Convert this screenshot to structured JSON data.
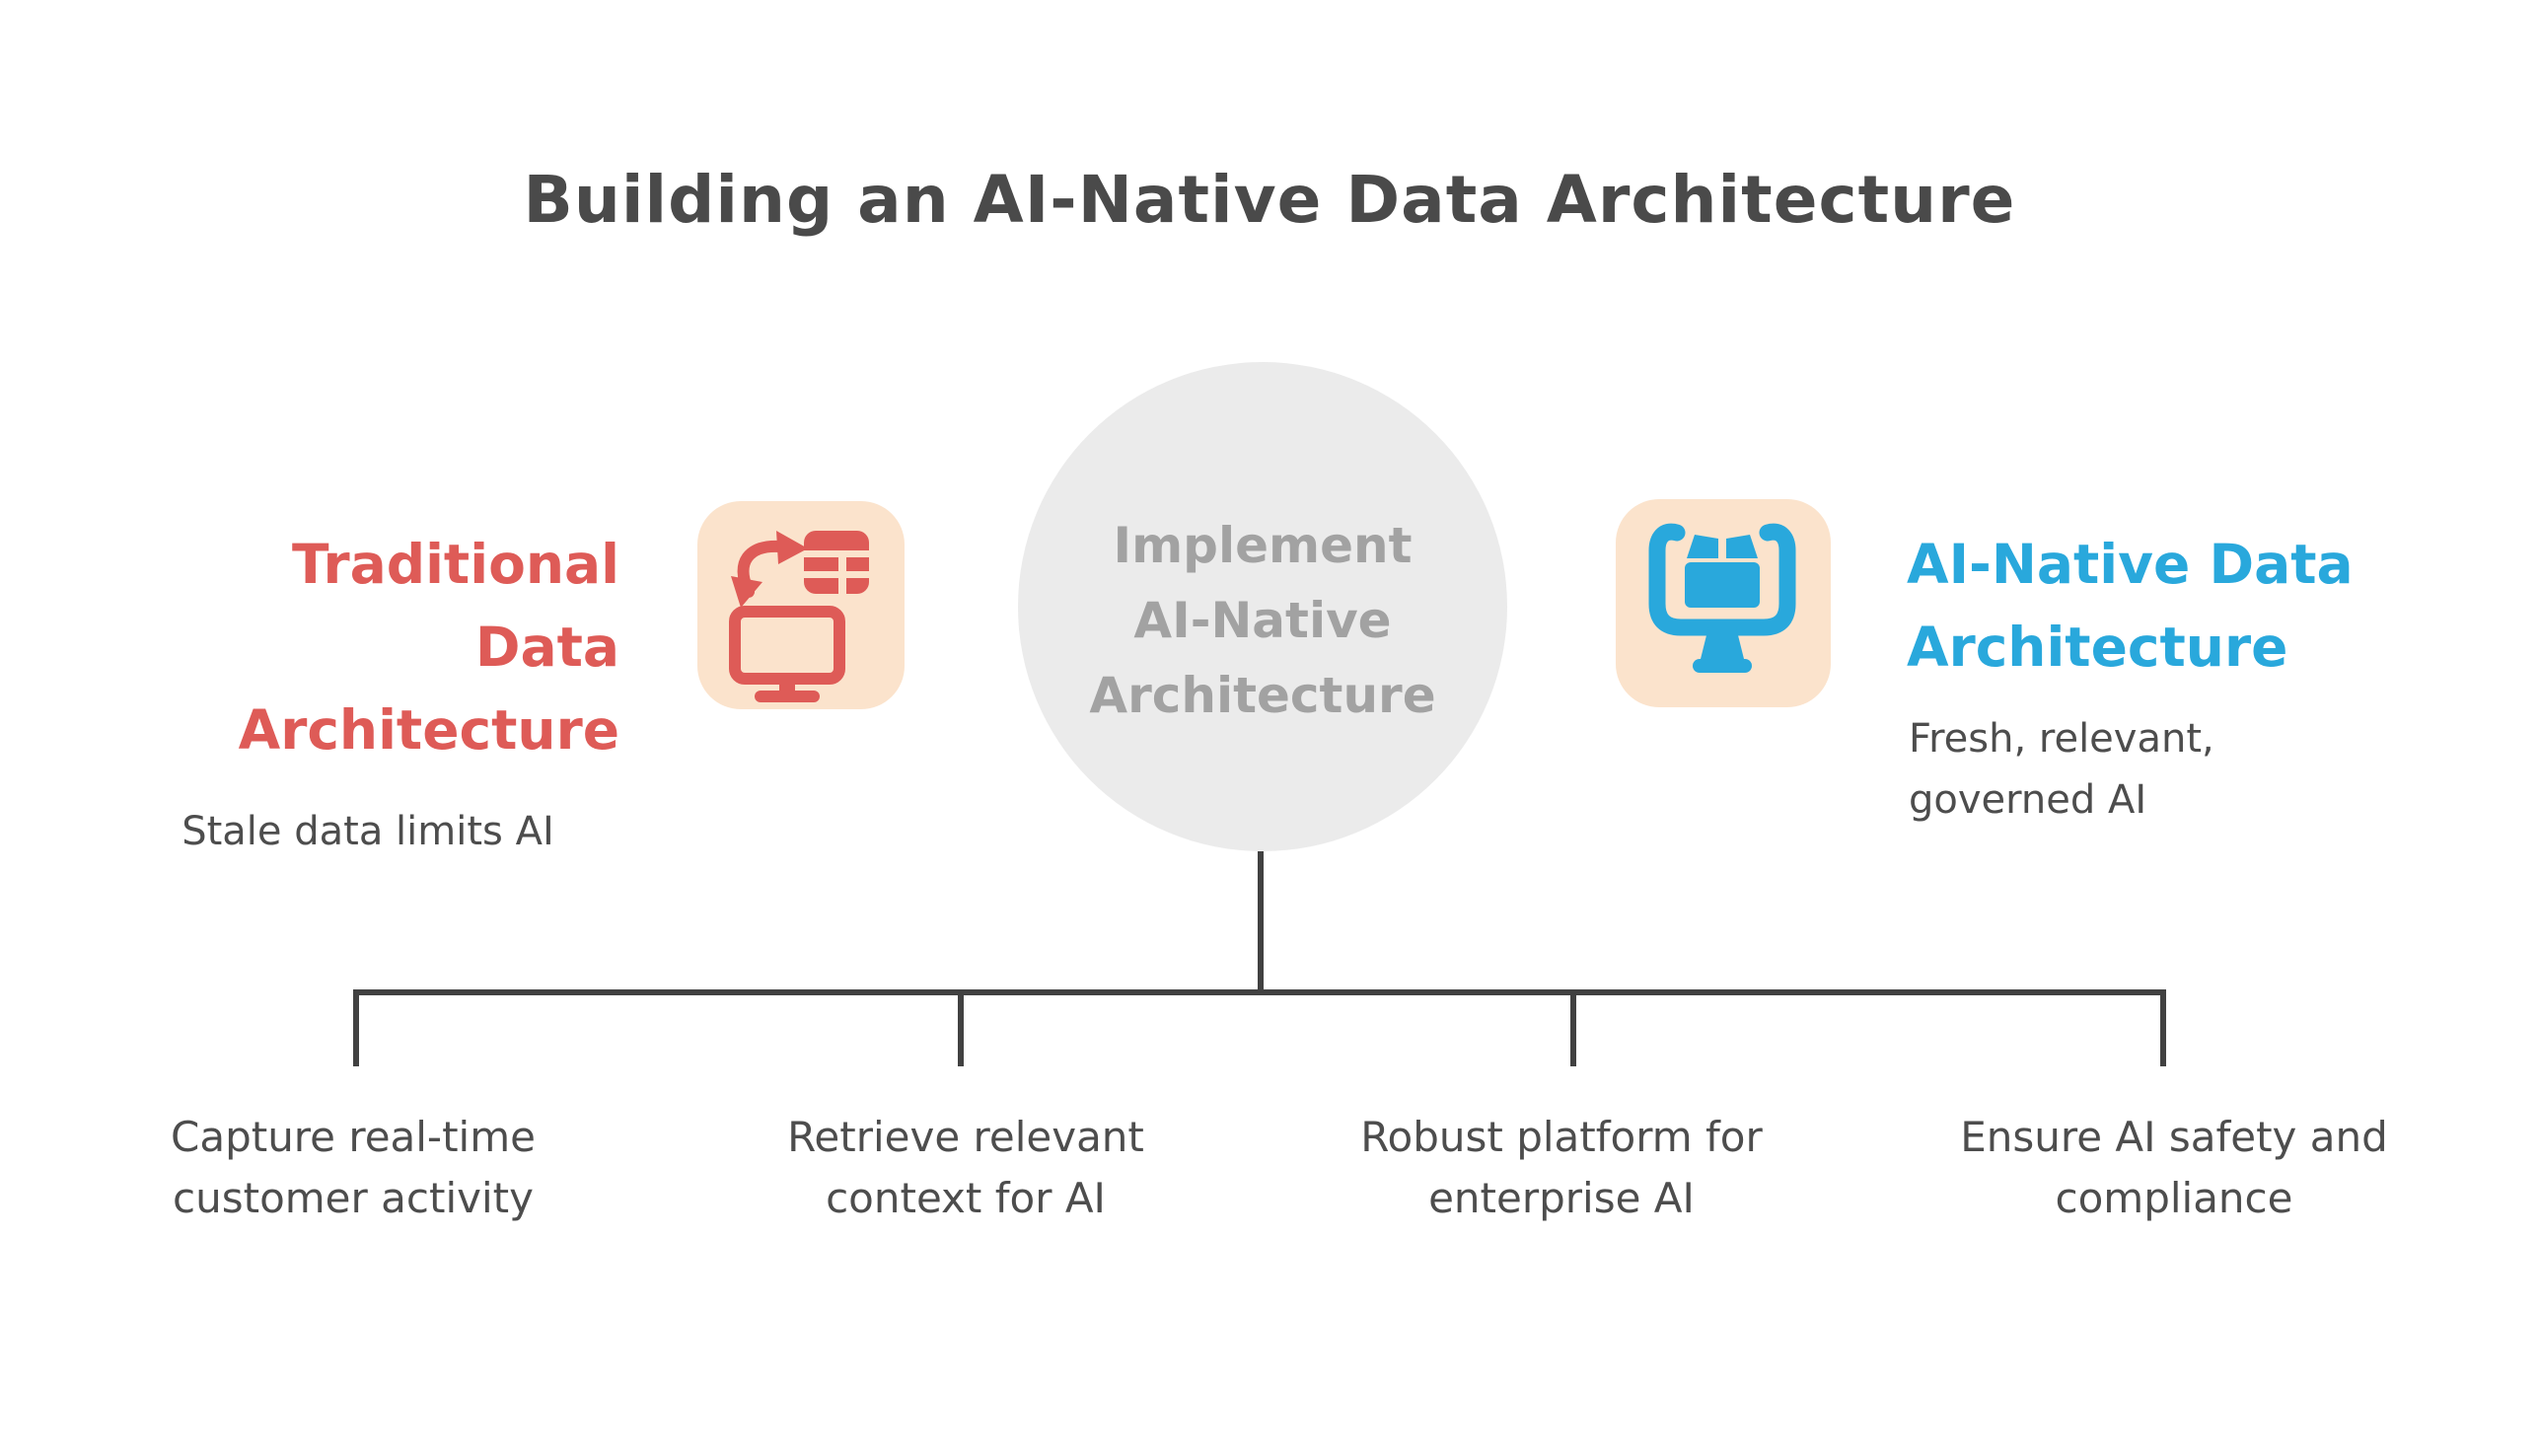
{
  "title": "Building an AI-Native Data Architecture",
  "colors": {
    "accent_red": "#de5b57",
    "accent_blue": "#29a8dc",
    "tile_peach": "#fbe3cc",
    "circle_fill": "#ebebeb",
    "circle_text": "#a2a2a2",
    "dark_text": "#4a4a4a",
    "body_text": "#4d4d4d",
    "line": "#414141"
  },
  "left": {
    "heading_lines": [
      "Traditional",
      "Data",
      "Architecture"
    ],
    "subtitle": "Stale data limits AI",
    "icon": "data-sync-monitor-icon"
  },
  "center": {
    "lines": [
      "Implement",
      "AI-Native",
      "Architecture"
    ]
  },
  "right": {
    "heading_lines": [
      "AI-Native Data",
      "Architecture"
    ],
    "subtitle_lines": [
      "Fresh, relevant,",
      "governed AI"
    ],
    "icon": "monitor-package-icon"
  },
  "branches": [
    {
      "lines": [
        "Capture real-time",
        "customer activity"
      ]
    },
    {
      "lines": [
        "Retrieve relevant",
        "context for AI"
      ]
    },
    {
      "lines": [
        "Robust platform for",
        "enterprise AI"
      ]
    },
    {
      "lines": [
        "Ensure AI safety and",
        "compliance"
      ]
    }
  ]
}
